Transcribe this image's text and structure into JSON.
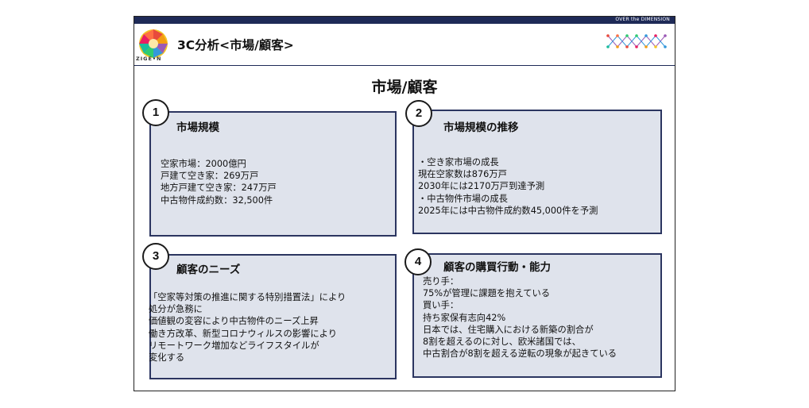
{
  "header": {
    "tagline": "OVER the DIMENSION",
    "logo_text": "ZIGE•N",
    "title": "3C分析<市場/顧客>"
  },
  "main_title": "市場/顧客",
  "cards": [
    {
      "number": "1",
      "title": "市場規模",
      "lines": [
        "空家市場：2000億円",
        "戸建て空き家：269万戸",
        "地方戸建て空き家：247万戸",
        "中古物件成約数：32,500件"
      ]
    },
    {
      "number": "2",
      "title": "市場規模の推移",
      "lines": [
        "・空き家市場の成長",
        "現在空家数は876万戸",
        "2030年には2170万戸到達予測",
        "・中古物件市場の成長",
        "2025年には中古物件成約数45,000件を予測"
      ]
    },
    {
      "number": "3",
      "title": "顧客のニーズ",
      "lines": [
        "「空家等対策の推進に関する特別措置法」により",
        "処分が急務に",
        "価値観の変容により中古物件のニーズ上昇",
        "働き方改革、新型コロナウィルスの影響により",
        "リモートワーク増加などライフスタイルが",
        "変化する"
      ]
    },
    {
      "number": "4",
      "title": "顧客の購買行動・能力",
      "lines": [
        "売り手：",
        "75%が管理に課題を抱えている",
        "買い手：",
        "持ち家保有志向42%",
        "日本では、住宅購入における新築の割合が",
        "8割を超えるのに対し、欧米諸国では、",
        "中古割合が8割を超える逆転の現象が起きている"
      ]
    }
  ],
  "colors": {
    "navy": "#1e2a57",
    "card_fill": "#dfe3ec",
    "card_border": "#2b3560"
  }
}
